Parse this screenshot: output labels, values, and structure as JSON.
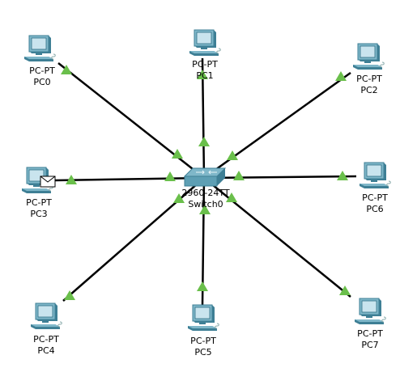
{
  "colors": {
    "link": "#000000",
    "port_up": "#6abf4b",
    "device_body": "#7fb7c9",
    "device_dark": "#3e7f95",
    "screen": "#c9e4ee",
    "background": "#ffffff"
  },
  "switch": {
    "model": "2960-24TT",
    "name": "Switch0",
    "icon": "switch-icon"
  },
  "devices": [
    {
      "id": "pc0",
      "model": "PC-PT",
      "name": "PC0",
      "icon": "pc-icon"
    },
    {
      "id": "pc1",
      "model": "PC-PT",
      "name": "PC1",
      "icon": "pc-icon"
    },
    {
      "id": "pc2",
      "model": "PC-PT",
      "name": "PC2",
      "icon": "pc-icon"
    },
    {
      "id": "pc3",
      "model": "PC-PT",
      "name": "PC3",
      "icon": "pc-icon",
      "has_pdu": true
    },
    {
      "id": "pc4",
      "model": "PC-PT",
      "name": "PC4",
      "icon": "pc-icon"
    },
    {
      "id": "pc5",
      "model": "PC-PT",
      "name": "PC5",
      "icon": "pc-icon"
    },
    {
      "id": "pc6",
      "model": "PC-PT",
      "name": "PC6",
      "icon": "pc-icon"
    },
    {
      "id": "pc7",
      "model": "PC-PT",
      "name": "PC7",
      "icon": "pc-icon"
    }
  ]
}
